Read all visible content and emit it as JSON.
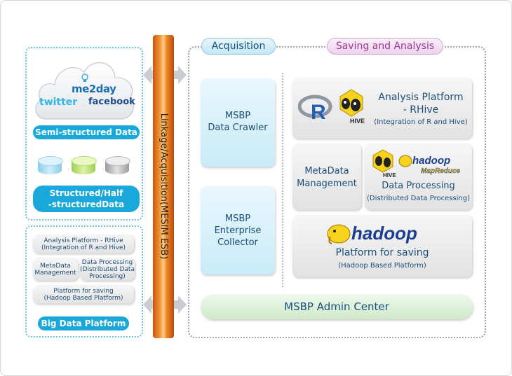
{
  "left_top": {
    "cloud_labels": {
      "me2day": "me2day",
      "twitter": "twitter",
      "facebook": "facebook"
    },
    "semi_structured": "Semi-structured Data",
    "structured_line1": "Structured/Half",
    "structured_line2": "-structuredData",
    "cylinder_colors": [
      "#a9d9f0",
      "#b9e27a",
      "#c9c9c9"
    ]
  },
  "left_bottom": {
    "analysis_line1": "Analysis Platform - RHive",
    "analysis_line2": "(Integration of R and Hive)",
    "metadata_line1": "MetaData",
    "metadata_line2": "Management",
    "processing_line1": "Data Processing",
    "processing_line2": "(Distributed Data",
    "processing_line3": "Processing)",
    "saving_line1": "Platform for saving",
    "saving_line2": "(Hadoop Based Platform)",
    "big_data": "Big Data Platform"
  },
  "esb_label": "Linkage/Acquisition(MESIM ESB)",
  "headers": {
    "acquisition": "Acquisition",
    "saving": "Saving and Analysis"
  },
  "acquisition": {
    "crawler_line1": "MSBP",
    "crawler_line2": "Data Crawler",
    "collector_line1": "MSBP",
    "collector_line2": "Enterprise",
    "collector_line3": "Collector"
  },
  "analysis": {
    "r_logo": "R",
    "hive_logo": "HIVE",
    "title_line1": "Analysis Platform",
    "title_line2": "- RHive",
    "subtitle": "(Integration of R and Hive)"
  },
  "metadata": {
    "line1": "MetaData",
    "line2": "Management"
  },
  "processing": {
    "hive_logo": "HIVE",
    "hadoop_logo": "hadoop",
    "mapreduce_logo": "MapReduce",
    "title": "Data Processing",
    "subtitle": "(Distributed Data Processing)"
  },
  "saving_platform": {
    "hadoop_logo": "hadoop",
    "title": "Platform for saving",
    "subtitle": "(Hadoop Based Platform)"
  },
  "admin_center": "MSBP Admin Center",
  "colors": {
    "accent_cyan": "#1aa7d9",
    "esb_orange": "#f07a1a",
    "admin_green": "#d9f0d5",
    "saving_header": "#f3def3"
  }
}
